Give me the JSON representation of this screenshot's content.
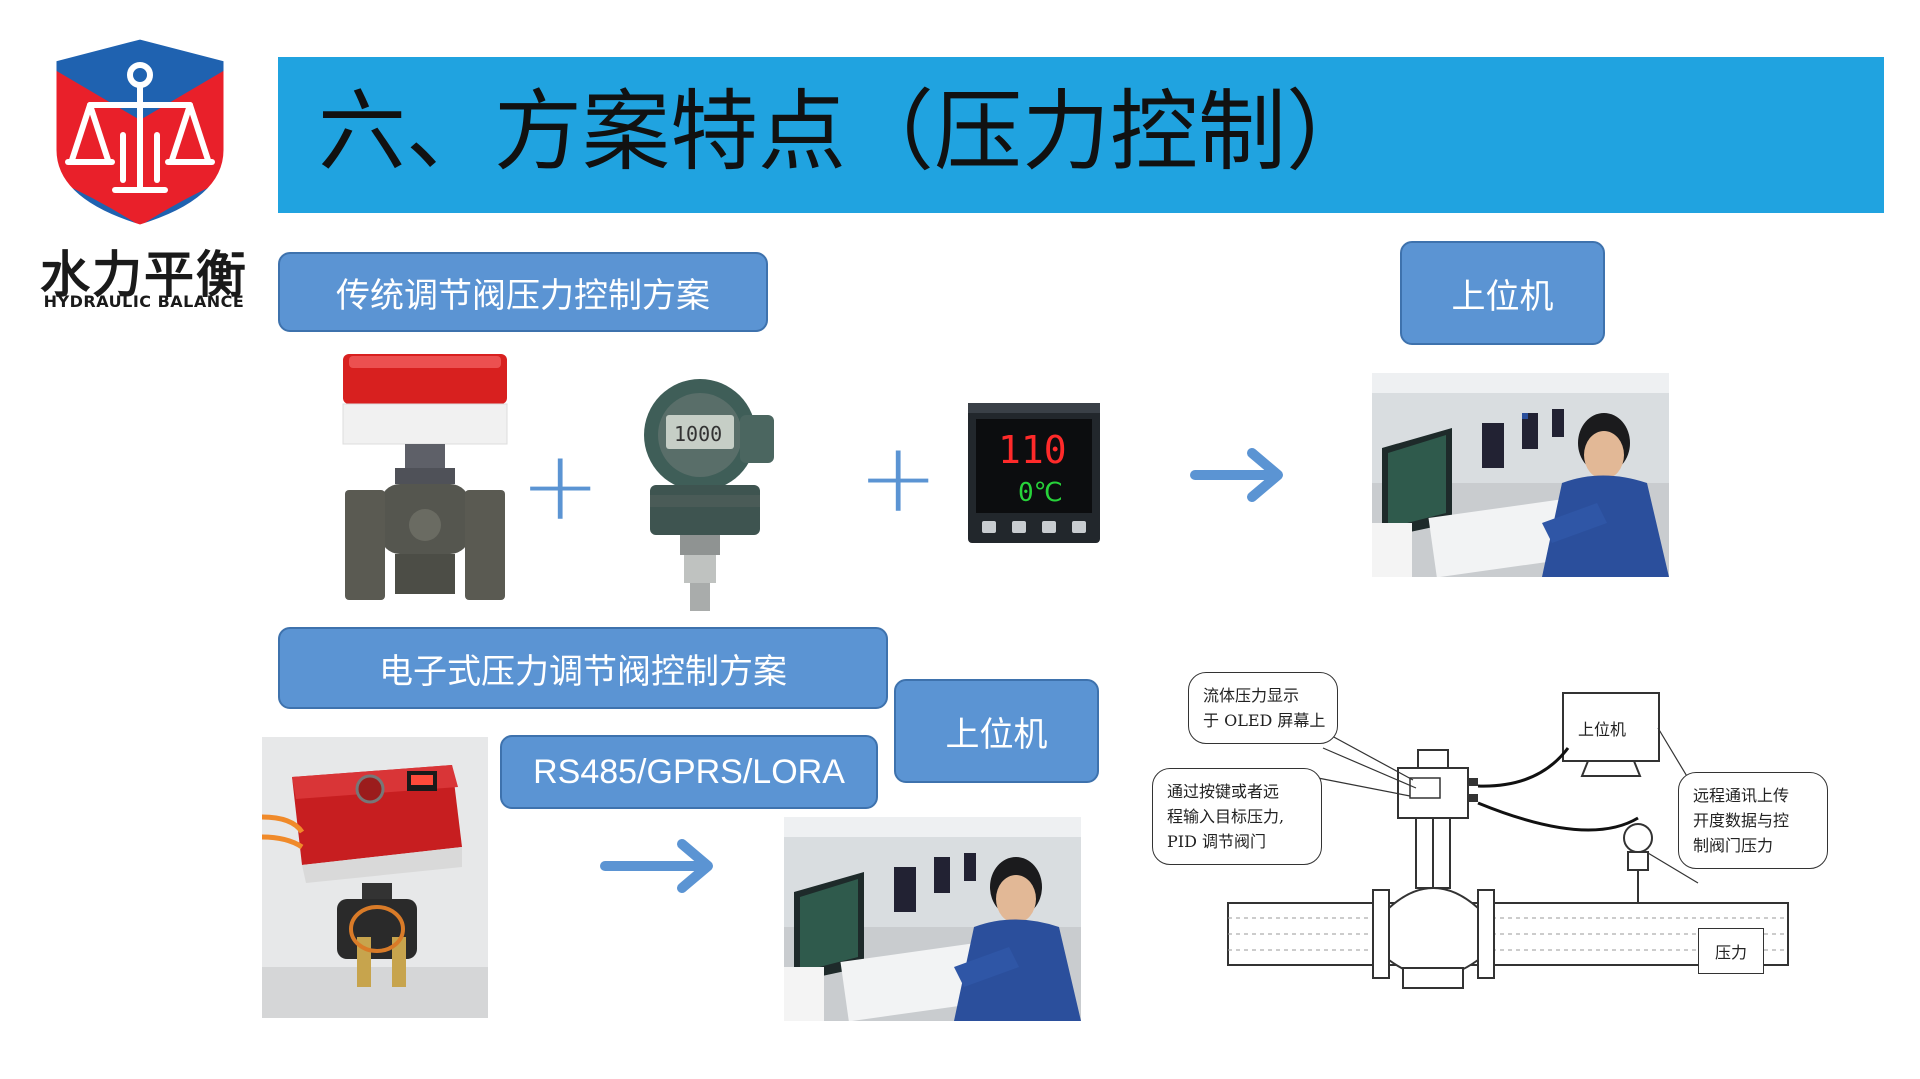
{
  "logo": {
    "name_cn": "水力平衡",
    "name_en": "HYDRAULIC BALANCE",
    "colors": {
      "shield_top": "#e9202a",
      "shield_bottom": "#1f62b0",
      "symbol": "#ffffff"
    }
  },
  "header": {
    "title": "六、方案特点（压力控制）",
    "background_color": "#20a3e0"
  },
  "section_traditional": {
    "label": "传统调节阀压力控制方案",
    "plus_1": "+",
    "plus_2": "+",
    "controller_display": {
      "top": "110",
      "bottom": "0℃"
    },
    "transmitter_display": "1000",
    "upper_computer_label": "上位机",
    "arrow_icon": "arrow-right-icon"
  },
  "section_electronic": {
    "label": "电子式压力调节阀控制方案",
    "comm_label": "RS485/GPRS/LORA",
    "upper_computer_label": "上位机",
    "arrow_icon": "arrow-right-icon"
  },
  "diagram": {
    "callout_display": [
      "流体压力显示",
      "于 OLED 屏幕上"
    ],
    "callout_input": [
      "通过按键或者远",
      "程输入目标压力,",
      "PID 调节阀门"
    ],
    "callout_remote": [
      "远程通讯上传",
      "开度数据与控",
      "制阀门压力"
    ],
    "monitor_label": "上位机",
    "pressure_label": "压力"
  },
  "colors": {
    "accent_blue": "#5b94d3",
    "pill_border": "#3e72ad"
  }
}
